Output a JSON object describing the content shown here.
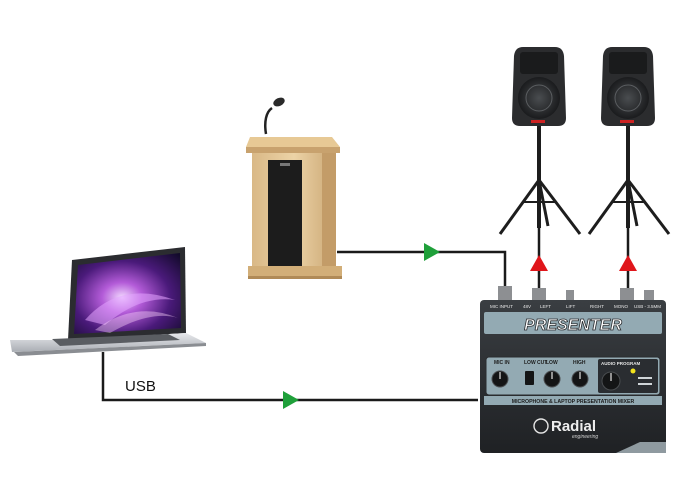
{
  "connection": {
    "usb_label": "USB"
  },
  "mixer": {
    "brand": "Radial",
    "sub_brand": "engineering",
    "model": "PRESENTER",
    "tagline": "MICROPHONE & LAPTOP PRESENTATION MIXER",
    "top_labels": [
      "MIC INPUT",
      "48V",
      "LEFT",
      "LIFT",
      "RIGHT",
      "MONO",
      "USB - 3.5MM"
    ],
    "control_labels": [
      "MIC IN",
      "LOW CUT",
      "LOW",
      "HIGH",
      "AUDIO PROGRAM"
    ]
  },
  "colors": {
    "cable": "#1a1a1a",
    "arrow_green": "#1fa03a",
    "arrow_red": "#e0161b",
    "mixer_body": "#2a2d31",
    "mixer_panel": "#93aab3"
  }
}
